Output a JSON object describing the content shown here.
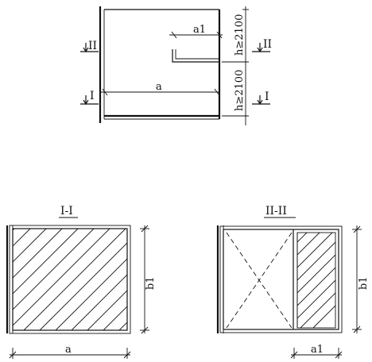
{
  "plan": {
    "dim_a": "a",
    "dim_a1": "a1",
    "height_upper": "h≥2100",
    "height_lower": "h≥2100",
    "cut_I": "I",
    "cut_II": "II"
  },
  "section_I": {
    "title": "I-I",
    "dim_a": "a",
    "dim_b1": "b1"
  },
  "section_II": {
    "title": "II-II",
    "dim_a1": "a1",
    "dim_b1": "b1"
  }
}
